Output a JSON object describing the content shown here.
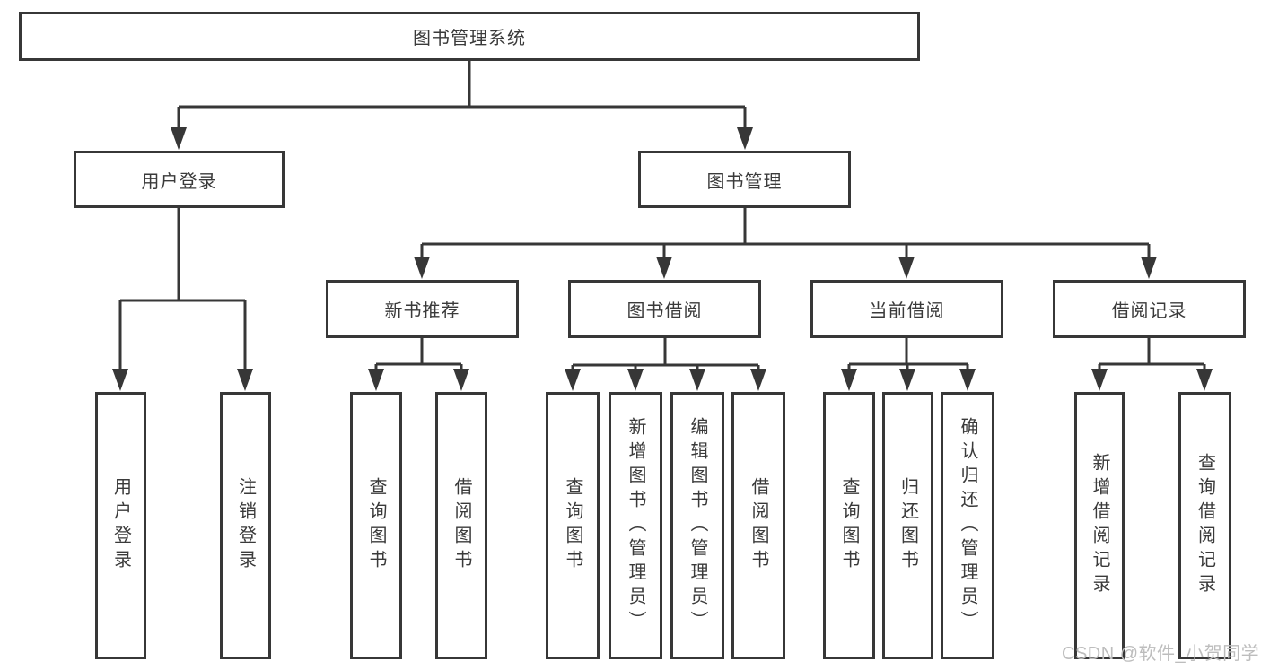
{
  "diagram": {
    "root": {
      "label": "图书管理系统"
    },
    "branches": [
      {
        "label": "用户登录",
        "children": [
          {
            "label": "用户登录"
          },
          {
            "label": "注销登录"
          }
        ]
      },
      {
        "label": "图书管理",
        "children": [
          {
            "label": "新书推荐",
            "children": [
              {
                "label": "查询图书"
              },
              {
                "label": "借阅图书"
              }
            ]
          },
          {
            "label": "图书借阅",
            "children": [
              {
                "label": "查询图书"
              },
              {
                "label": "新增图书（管理员）"
              },
              {
                "label": "编辑图书（管理员）"
              },
              {
                "label": "借阅图书"
              }
            ]
          },
          {
            "label": "当前借阅",
            "children": [
              {
                "label": "查询图书"
              },
              {
                "label": "归还图书"
              },
              {
                "label": "确认归还（管理员）"
              }
            ]
          },
          {
            "label": "借阅记录",
            "children": [
              {
                "label": "新增借阅记录"
              },
              {
                "label": "查询借阅记录"
              }
            ]
          }
        ]
      }
    ]
  },
  "watermark": {
    "text": "CSDN @软件_小贺同学"
  },
  "colors": {
    "line": "#373737",
    "box_fill": "#ffffff",
    "text": "#3a3a3a",
    "watermark": "#bdbdbd",
    "background": "#ffffff"
  }
}
